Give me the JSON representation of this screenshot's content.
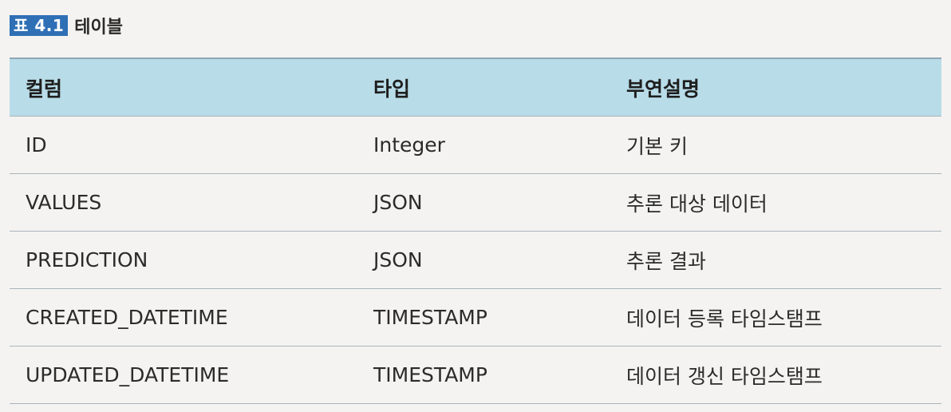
{
  "caption": {
    "label": "표 4.1",
    "title": "테이블"
  },
  "table": {
    "headers": [
      "컬럼",
      "타입",
      "부연설명"
    ],
    "rows": [
      [
        "ID",
        "Integer",
        "기본 키"
      ],
      [
        "VALUES",
        "JSON",
        "추론 대상 데이터"
      ],
      [
        "PREDICTION",
        "JSON",
        "추론 결과"
      ],
      [
        "CREATED_DATETIME",
        "TIMESTAMP",
        "데이터 등록 타임스탬프"
      ],
      [
        "UPDATED_DATETIME",
        "TIMESTAMP",
        "데이터 갱신 타임스탬프"
      ]
    ]
  },
  "colors": {
    "caption_badge": "#2f6fb5",
    "header_background": "#b8dce8"
  }
}
